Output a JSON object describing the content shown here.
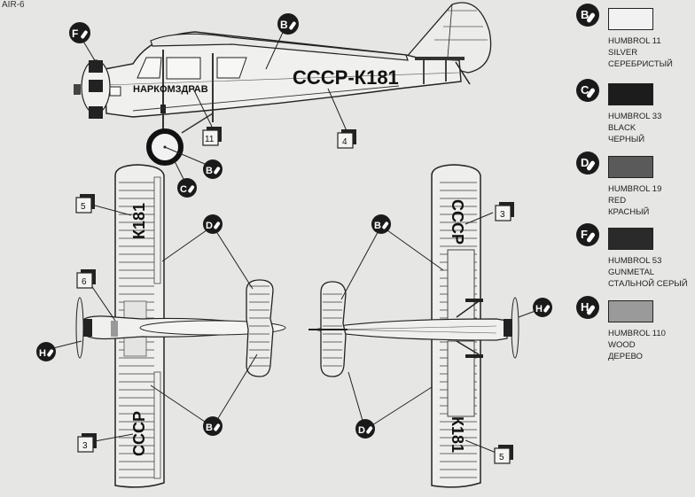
{
  "document": {
    "id_label": "AIR-6",
    "registration_side": "СССР-К181",
    "fuselage_text": "НАРКОМЗДРАВ",
    "wing_upper_text": "К181",
    "wing_lower_text": "СССР"
  },
  "callouts": {
    "paint_f": "F",
    "paint_b": "B",
    "paint_c": "C",
    "paint_d": "D",
    "paint_h": "H",
    "decal_11": "11",
    "decal_4": "4",
    "decal_5": "5",
    "decal_6": "6",
    "decal_3": "3"
  },
  "legend": {
    "items": [
      {
        "code": "B",
        "line1": "HUMBROL 11",
        "line2": "SILVER",
        "line3": "СЕРЕБРИСТЫЙ",
        "color": "#f2f2f2"
      },
      {
        "code": "C",
        "line1": "HUMBROL 33",
        "line2": "BLACK",
        "line3": "ЧЕРНЫЙ",
        "color": "#1c1c1c"
      },
      {
        "code": "D",
        "line1": "HUMBROL 19",
        "line2": "RED",
        "line3": "КРАСНЫЙ",
        "color": "#5a5a5a"
      },
      {
        "code": "F",
        "line1": "HUMBROL 53",
        "line2": "GUNMETAL",
        "line3": "СТАЛЬНОЙ СЕРЫЙ",
        "color": "#2a2a2a"
      },
      {
        "code": "H",
        "line1": "HUMBROL 110",
        "line2": "WOOD",
        "line3": "ДЕРЕВО",
        "color": "#9a9a9a"
      }
    ]
  }
}
